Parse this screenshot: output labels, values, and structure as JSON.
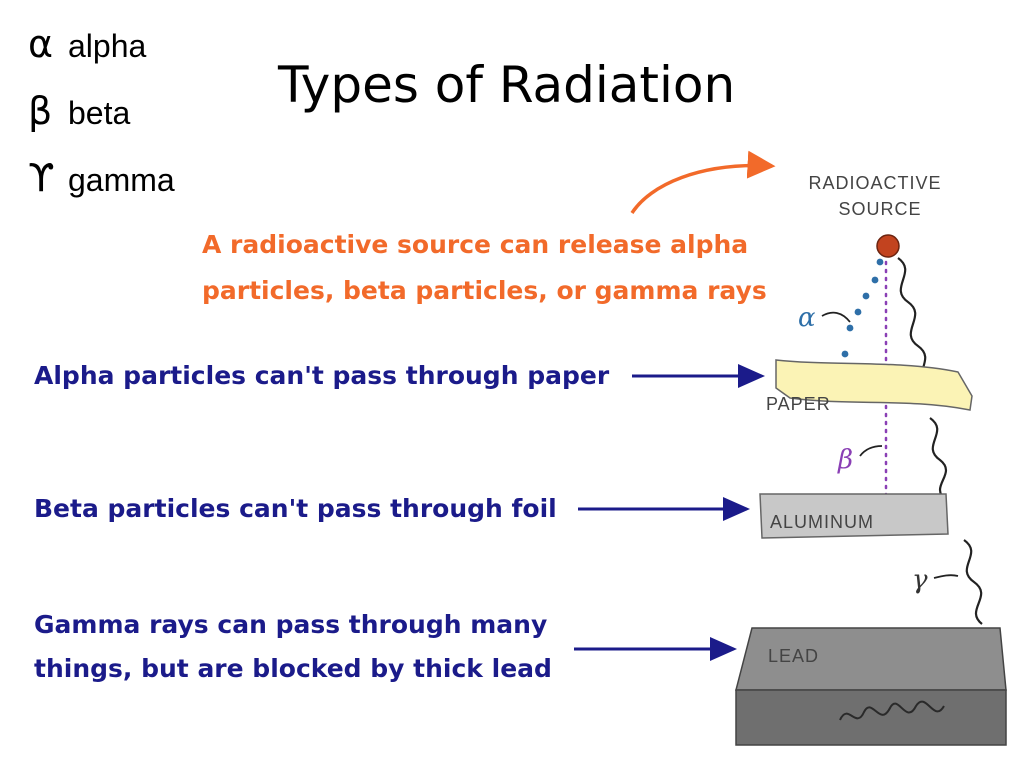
{
  "legend": [
    {
      "symbol": "α",
      "name": "alpha"
    },
    {
      "symbol": "β",
      "name": "beta"
    },
    {
      "symbol": "ϒ",
      "name": "gamma"
    }
  ],
  "title": "Types of Radiation",
  "intro": {
    "line1": "A radioactive source can release alpha",
    "line2": "particles, beta particles, or gamma rays"
  },
  "facts": {
    "alpha": "Alpha particles can't pass through paper",
    "beta": "Beta particles can't pass through foil",
    "gamma_line1": "Gamma rays can pass through many",
    "gamma_line2": "things, but are blocked by thick lead"
  },
  "diagram": {
    "source_label_line1": "RADIOACTIVE",
    "source_label_line2": "SOURCE",
    "alpha_symbol": "α",
    "beta_symbol": "β",
    "gamma_symbol": "γ",
    "paper_label": "PAPER",
    "aluminum_label": "ALUMINUM",
    "lead_label": "LEAD"
  },
  "colors": {
    "orange": "#f26a2a",
    "navy": "#1b1b8a",
    "alpha_dots": "#2e6fa8",
    "beta_dots": "#8a3fb5",
    "paper_fill": "#fbf3b5",
    "aluminum_fill": "#c8c8c8",
    "lead_top": "#8e8e8e",
    "lead_front": "#6f6f6f"
  }
}
